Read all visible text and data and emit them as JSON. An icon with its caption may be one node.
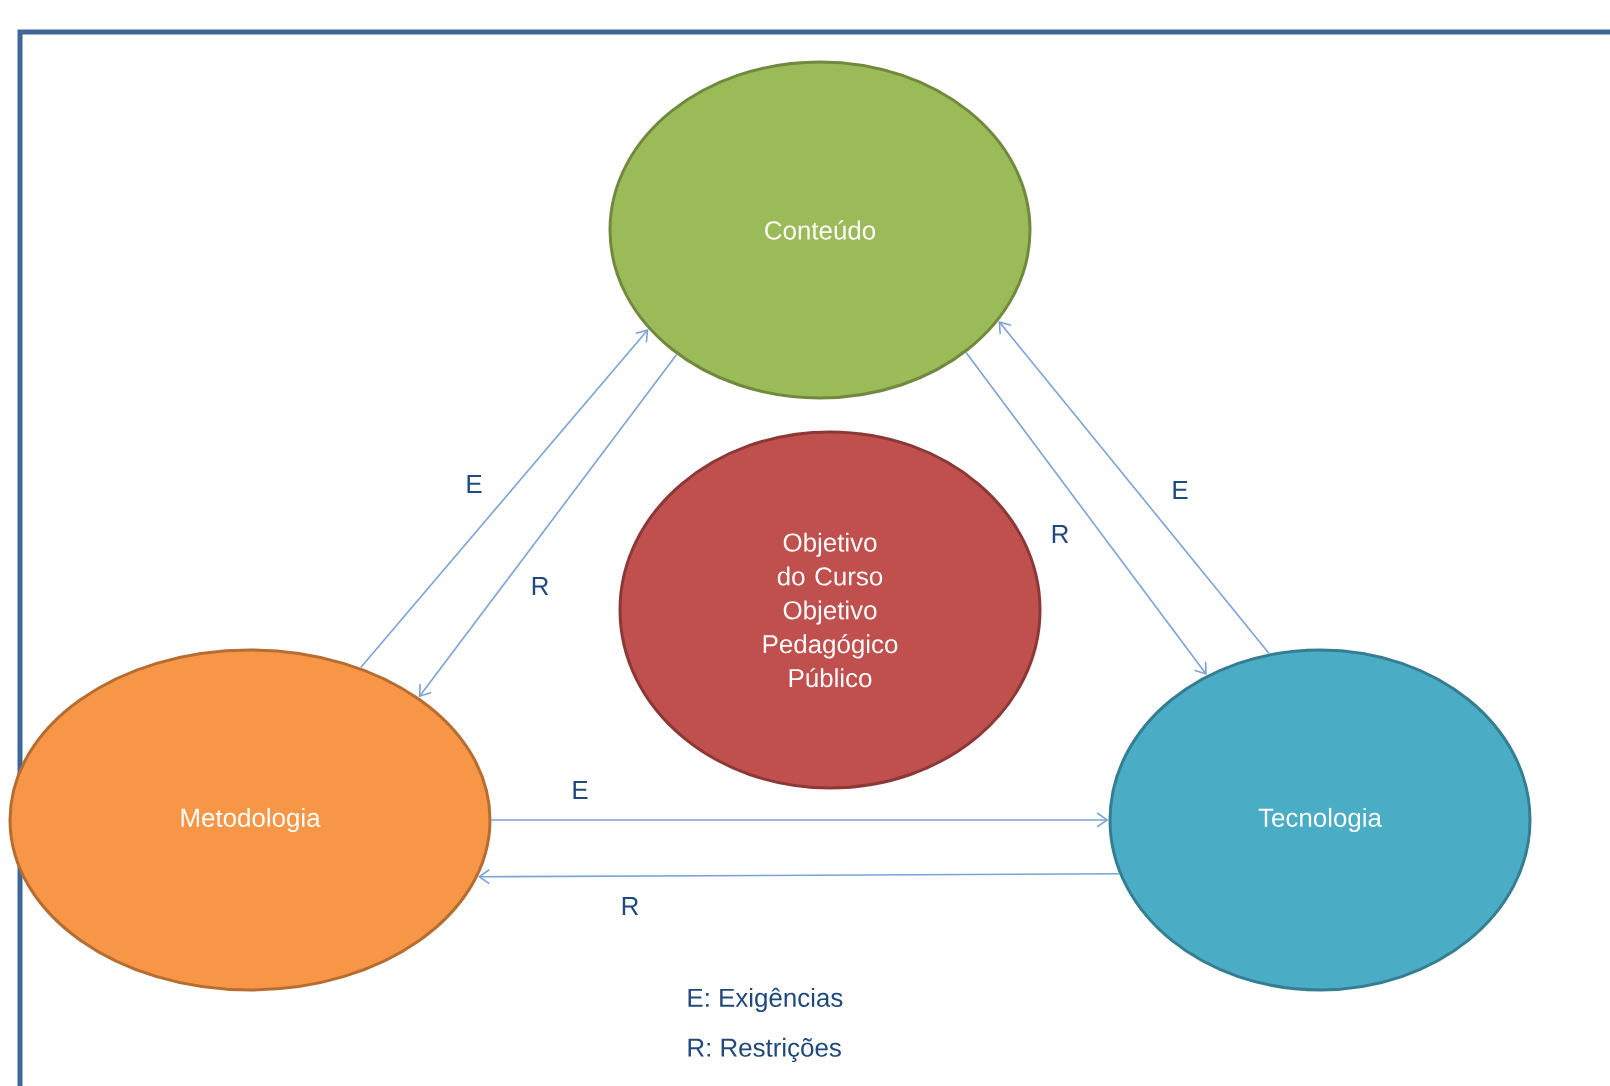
{
  "diagram": {
    "nodes": [
      {
        "text": [
          "Conteúdo"
        ]
      },
      {
        "text": [
          "Objetivo do Curso Objetivo Pedagógico Público"
        ]
      },
      {
        "text": [
          "Metodologia"
        ]
      },
      {
        "text": [
          "Tecnologia"
        ]
      }
    ],
    "edges": [
      {
        "from": 2,
        "to": 0,
        "arrow": "to",
        "label": "E"
      },
      {
        "from": 0,
        "to": 2,
        "arrow": "to",
        "label": "R"
      },
      {
        "from": 0,
        "to": 3,
        "arrow": "to",
        "label": "R"
      },
      {
        "from": 3,
        "to": 0,
        "arrow": "to",
        "label": "E"
      },
      {
        "from": 2,
        "to": 3,
        "arrow": "to",
        "label": "E"
      },
      {
        "from": 3,
        "to": 2,
        "arrow": "to",
        "label": "R"
      }
    ],
    "labels": [
      "E: Exigências",
      "R: Restrições"
    ]
  }
}
